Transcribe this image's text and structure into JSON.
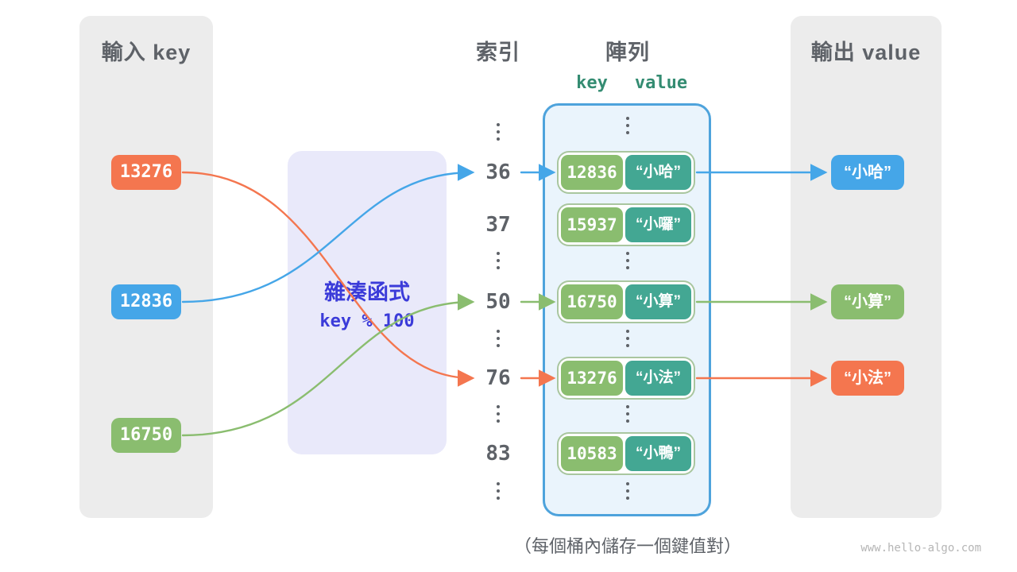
{
  "colors": {
    "orange": "#F4764F",
    "blue": "#45A6E8",
    "green": "#8ABD6F",
    "teal": "#43A793",
    "teal-dark": "#348C72",
    "panel": "#ECECEC",
    "lavender": "#E9E9FA",
    "indigo": "#3B3BD9",
    "array-bg": "#EAF4FC",
    "array-border": "#4EA3DC",
    "pair-outline": "#A9C69F",
    "text-gray": "#5E6268",
    "watermark": "#B5B5B5"
  },
  "input_panel": {
    "title": "輸入 key",
    "items": [
      {
        "label": "13276"
      },
      {
        "label": "12836"
      },
      {
        "label": "16750"
      }
    ]
  },
  "hash_function": {
    "title": "雜湊函式",
    "formula": "key % 100"
  },
  "index_column": {
    "title": "索引",
    "values": [
      "36",
      "37",
      "50",
      "76",
      "83"
    ]
  },
  "array_panel": {
    "title": "陣列",
    "header_key": "key",
    "header_value": "value",
    "entries": [
      {
        "index": "36",
        "key": "12836",
        "value": "“小哈”"
      },
      {
        "index": "37",
        "key": "15937",
        "value": "“小囉”"
      },
      {
        "index": "50",
        "key": "16750",
        "value": "“小算”"
      },
      {
        "index": "76",
        "key": "13276",
        "value": "“小法”"
      },
      {
        "index": "83",
        "key": "10583",
        "value": "“小鴨”"
      }
    ]
  },
  "output_panel": {
    "title": "輸出 value",
    "items": [
      {
        "label": "“小哈”"
      },
      {
        "label": "“小算”"
      },
      {
        "label": "“小法”"
      }
    ]
  },
  "caption": "（每個桶內儲存一個鍵值對）",
  "watermark": "www.hello-algo.com"
}
